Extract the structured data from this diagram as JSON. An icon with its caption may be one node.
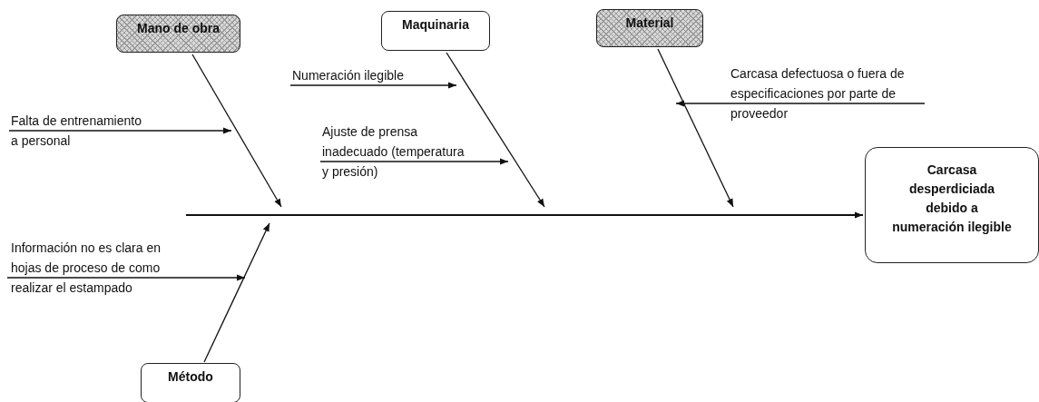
{
  "diagram": {
    "nodes": [
      {
        "text": [
          "Mano de obra"
        ]
      },
      {
        "text": [
          "Maquinaria"
        ]
      },
      {
        "text": [
          "Material"
        ]
      },
      {
        "text": [
          "Falta de entrenamiento a personal"
        ]
      },
      {
        "text": [
          "Numeración ilegible"
        ]
      },
      {
        "text": [
          "Ajuste de prensa inadecuado (temperatura y presión)"
        ]
      },
      {
        "text": [
          "Carcasa defectuosa o fuera de especificaciones por parte de proveedor"
        ]
      },
      {
        "text": [
          "Carcasa desperdiciada debido a numeración ilegible"
        ]
      },
      {
        "text": [
          "Información no es clara en hojas de proceso de como realizar el estampado"
        ]
      },
      {
        "text": [
          "Método"
        ]
      }
    ],
    "edges": [
      {
        "from": null,
        "to": 7,
        "arrow": "to"
      },
      {
        "from": 0,
        "to": null,
        "arrow": "to"
      },
      {
        "from": 1,
        "to": null,
        "arrow": "to"
      },
      {
        "from": 2,
        "to": null,
        "arrow": "to"
      },
      {
        "from": 9,
        "to": null,
        "arrow": "to"
      },
      {
        "from": 3,
        "to": null,
        "arrow": "to"
      },
      {
        "from": 4,
        "to": null,
        "arrow": "to"
      },
      {
        "from": 5,
        "to": null,
        "arrow": "to"
      },
      {
        "from": 6,
        "to": null,
        "arrow": "to"
      },
      {
        "from": 8,
        "to": null,
        "arrow": "to"
      }
    ]
  }
}
